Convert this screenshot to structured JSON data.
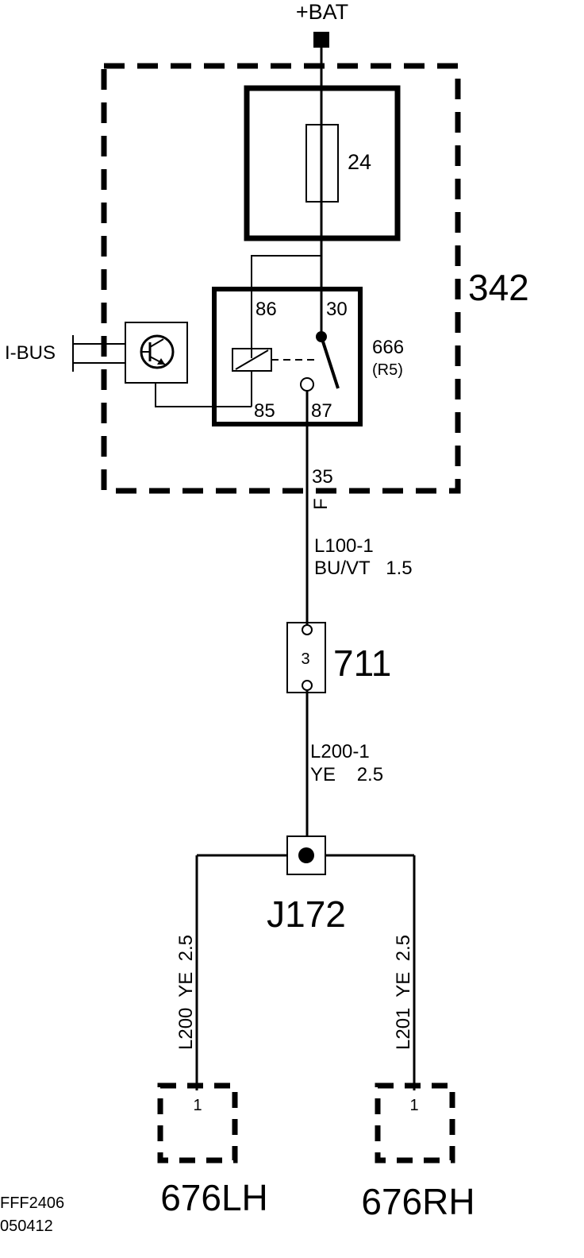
{
  "power": {
    "label": "+BAT"
  },
  "module": {
    "id": "342"
  },
  "fuse": {
    "id": "24"
  },
  "relay": {
    "id": "666",
    "position": "(R5)",
    "pin_86": "86",
    "pin_30": "30",
    "pin_85": "85",
    "pin_87": "87"
  },
  "ibus": {
    "label": "I-BUS"
  },
  "terminal": {
    "number": "35",
    "letter": "F"
  },
  "wire_l100": {
    "code": "L100-1",
    "spec": "BU/VT   1.5"
  },
  "connector_711": {
    "id": "711",
    "pin": "3"
  },
  "wire_l200_1": {
    "code": "L200-1",
    "spec": "YE    2.5"
  },
  "junction": {
    "id": "J172"
  },
  "wire_l200": {
    "label": "L200  YE  2.5"
  },
  "wire_l201": {
    "label": "L201  YE  2.5"
  },
  "load_left": {
    "id": "676LH",
    "pin": "1"
  },
  "load_right": {
    "id": "676RH",
    "pin": "1"
  },
  "footer": {
    "ref": "FFF2406",
    "date": "050412"
  }
}
